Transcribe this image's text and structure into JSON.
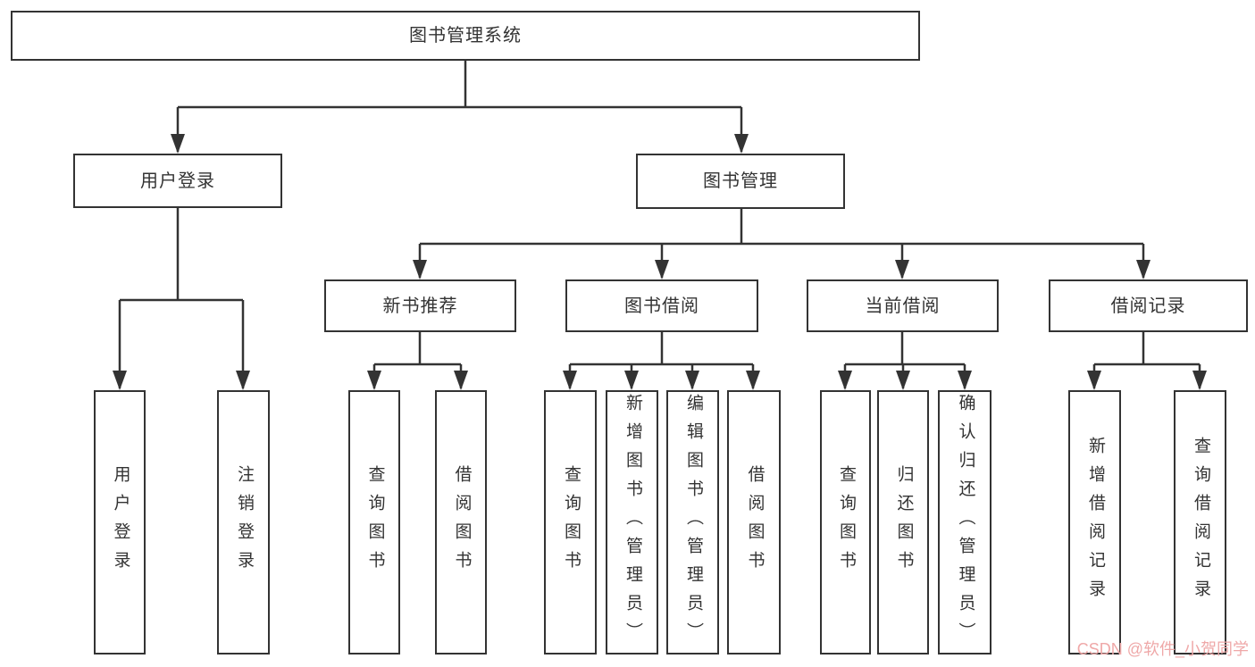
{
  "diagram": {
    "title": "图书管理系统",
    "colors": {
      "line": "#333333",
      "text": "#333333",
      "background": "#ffffff",
      "watermark": "#efa8a8"
    },
    "root": {
      "label": "图书管理系统"
    },
    "level2": [
      {
        "label": "用户登录"
      },
      {
        "label": "图书管理"
      }
    ],
    "level3": [
      {
        "label": "新书推荐",
        "parent": "图书管理"
      },
      {
        "label": "图书借阅",
        "parent": "图书管理"
      },
      {
        "label": "当前借阅",
        "parent": "图书管理"
      },
      {
        "label": "借阅记录",
        "parent": "图书管理"
      }
    ],
    "leaves": [
      {
        "label": "用户登录",
        "parent": "用户登录"
      },
      {
        "label": "注销登录",
        "parent": "用户登录"
      },
      {
        "label": "查询图书",
        "parent": "新书推荐"
      },
      {
        "label": "借阅图书",
        "parent": "新书推荐"
      },
      {
        "label": "查询图书",
        "parent": "图书借阅"
      },
      {
        "label": "新增图书（管理员）",
        "parent": "图书借阅"
      },
      {
        "label": "编辑图书（管理员）",
        "parent": "图书借阅"
      },
      {
        "label": "借阅图书",
        "parent": "图书借阅"
      },
      {
        "label": "查询图书",
        "parent": "当前借阅"
      },
      {
        "label": "归还图书",
        "parent": "当前借阅"
      },
      {
        "label": "确认归还（管理员）",
        "parent": "当前借阅"
      },
      {
        "label": "新增借阅记录",
        "parent": "借阅记录"
      },
      {
        "label": "查询借阅记录",
        "parent": "借阅记录"
      }
    ],
    "watermark": "CSDN @软件_小贺同学"
  }
}
